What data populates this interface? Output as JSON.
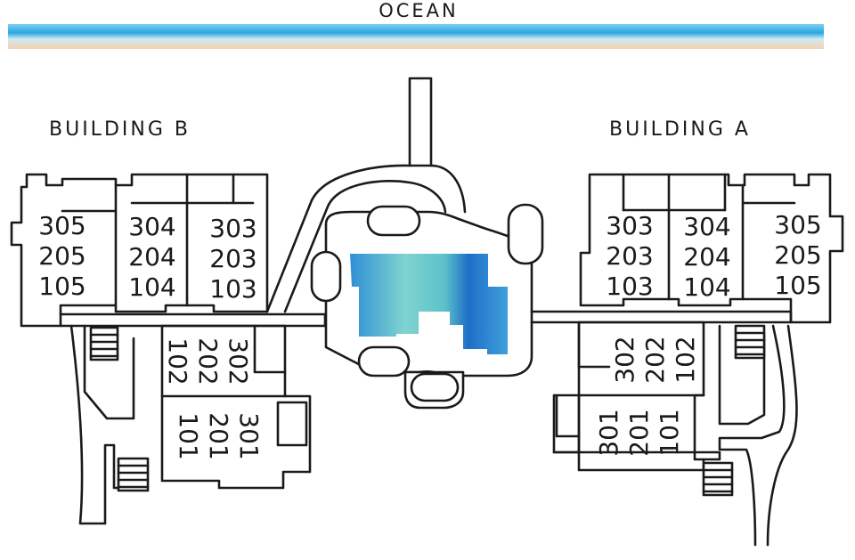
{
  "ocean": {
    "label": "OCEAN"
  },
  "building_b": {
    "label": "BUILDING B",
    "units": {
      "col1": [
        "305",
        "205",
        "105"
      ],
      "col2": [
        "304",
        "204",
        "104"
      ],
      "col3": [
        "303",
        "203",
        "103"
      ],
      "lower1": [
        "302",
        "202",
        "102"
      ],
      "lower2": [
        "301",
        "201",
        "101"
      ]
    }
  },
  "building_a": {
    "label": "BUILDING A",
    "units": {
      "col1": [
        "303",
        "203",
        "103"
      ],
      "col2": [
        "304",
        "204",
        "104"
      ],
      "col3": [
        "305",
        "205",
        "105"
      ],
      "lower1": [
        "302",
        "202",
        "102"
      ],
      "lower2": [
        "301",
        "201",
        "101"
      ]
    }
  },
  "colors": {
    "line": "#1a1a1a",
    "ocean_blue": "#2aa7e0",
    "ocean_sand": "#f3c9a4",
    "pool_light": "#6fd0c8",
    "pool_dark": "#1f6fc4"
  }
}
